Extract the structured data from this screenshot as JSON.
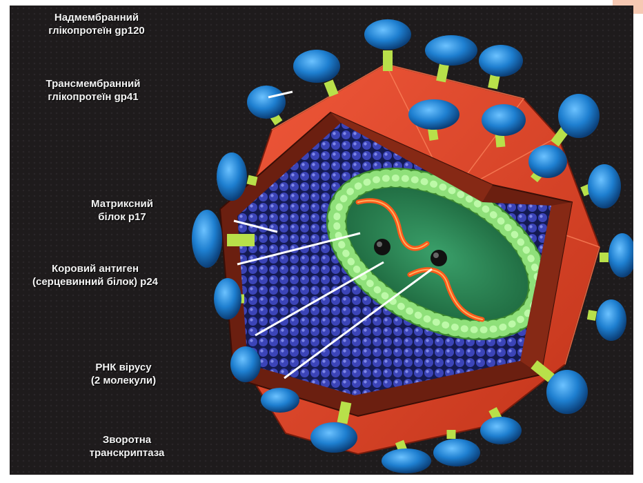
{
  "labels": {
    "gp120": {
      "line1": "Надмембранний",
      "line2": "глікопротеїн gp120"
    },
    "gp41": {
      "line1": "Трансмембранний",
      "line2": "глікопротеїн gp41"
    },
    "p17": {
      "line1": "Матриксний",
      "line2": "білок p17"
    },
    "p24": {
      "line1": "Коровий антиген",
      "line2": "(серцевинний білок) p24"
    },
    "rna": {
      "line1": "РНК вірусу",
      "line2": "(2 молекули)"
    },
    "rt": {
      "line1": "Зворотна",
      "line2": "транскриптаза"
    }
  },
  "colors": {
    "background": "#1e1b1c",
    "envelope": "#d8401e",
    "matrix_wall": "#6b1f10",
    "matrix_protein": "#2b2f8a",
    "capsid_bead": "#8fe07a",
    "capsid_core": "#2f8a5a",
    "rna": "#ff5a1a",
    "spike_head": "#1e7fd0",
    "spike_stalk": "#b8e04a",
    "pointer": "#ffffff"
  }
}
